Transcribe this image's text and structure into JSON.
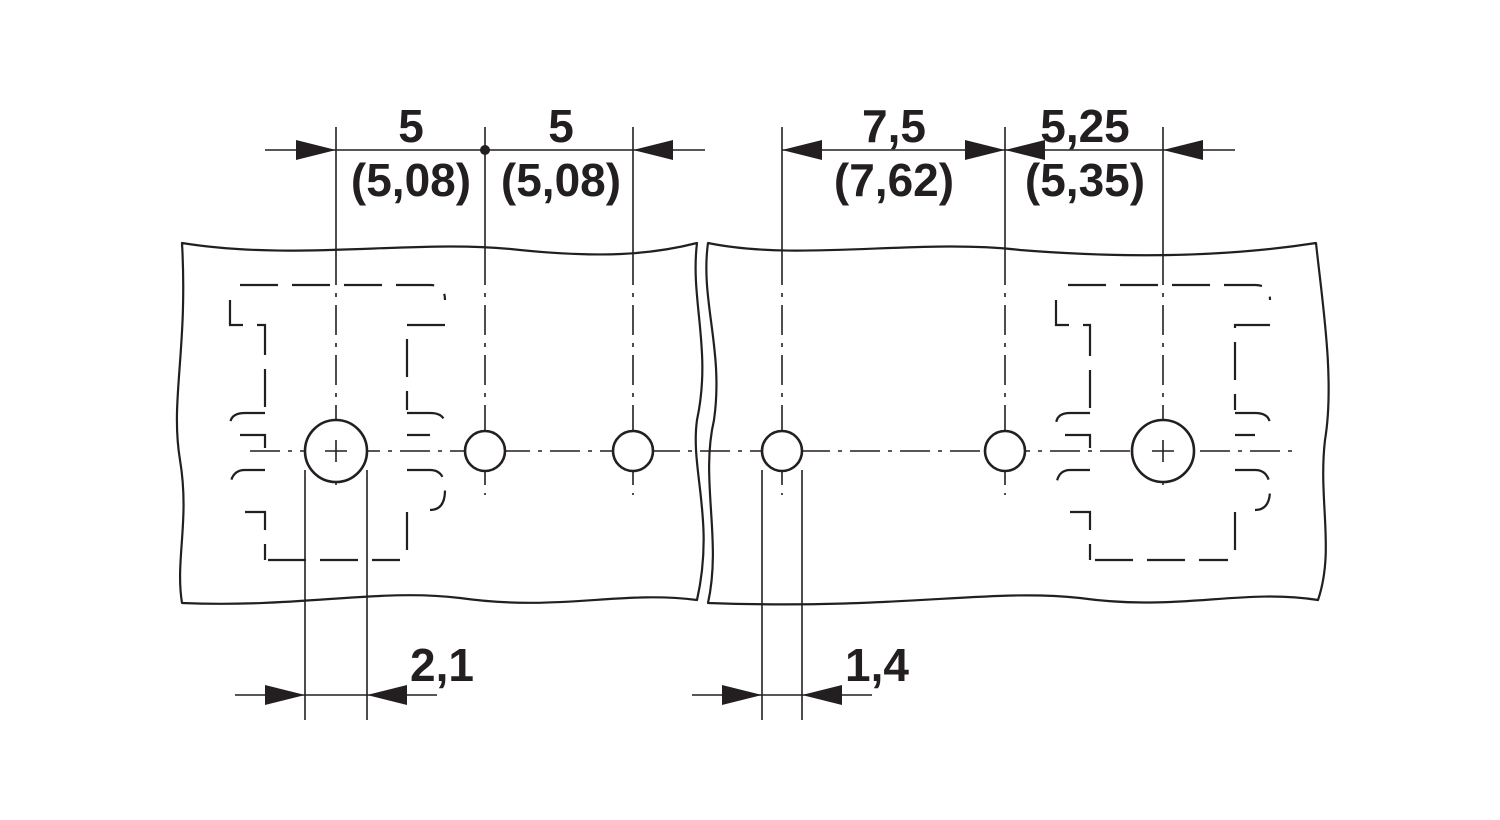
{
  "colors": {
    "line": "#231f20",
    "background": "#ffffff"
  },
  "dimensions": {
    "top_left_pitch": {
      "value": "5",
      "alt": "(5,08)"
    },
    "top_mid_pitch": {
      "value": "5",
      "alt": "(5,08)"
    },
    "top_right_pitch_a": {
      "value": "7,5",
      "alt": "(7,62)"
    },
    "top_right_pitch_b": {
      "value": "5,25",
      "alt": "(5,35)"
    },
    "bottom_left_hole": {
      "value": "2,1"
    },
    "bottom_right_hole": {
      "value": "1,4"
    }
  }
}
